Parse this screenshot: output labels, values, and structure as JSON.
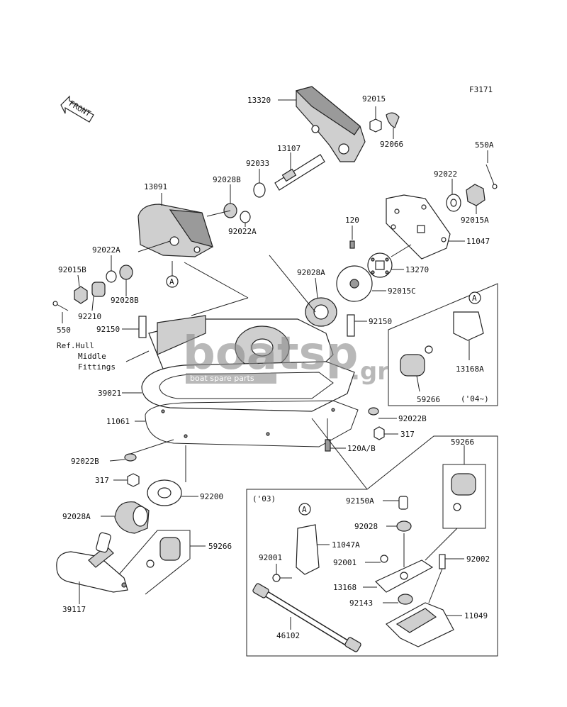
{
  "figure_id": "F3171",
  "front_label": "FRONT",
  "callout_a": "A",
  "notes": {
    "ref_line1": "Ref.Hull",
    "ref_line2": "Middle",
    "ref_line3": "Fittings",
    "year_04": "('04~)",
    "year_03": "('03)"
  },
  "watermark": {
    "main": "boatsp",
    "suffix": ".gr",
    "sub": "boat spare parts"
  },
  "parts": [
    "13320",
    "92015",
    "92066",
    "13107",
    "92033",
    "92028B",
    "92022A",
    "13091",
    "550A",
    "92022",
    "92015A",
    "11047",
    "120",
    "13270",
    "92028A",
    "92015C",
    "92022A",
    "92015B",
    "92028B",
    "92210",
    "550",
    "92150",
    "92150",
    "13168A",
    "59266",
    "39021",
    "92022B",
    "317",
    "11061",
    "120A/B",
    "92022B",
    "317",
    "92200",
    "92028A",
    "59266",
    "39117",
    "59266",
    "92150A",
    "11047A",
    "92028",
    "92001",
    "92001",
    "92002",
    "13168",
    "92143",
    "11049",
    "46102"
  ]
}
